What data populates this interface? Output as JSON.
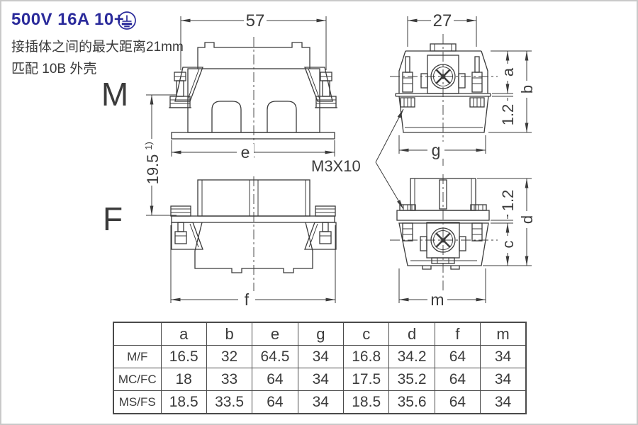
{
  "header": {
    "rating": "500V 16A 10+",
    "earth_icon": "protective-earth-symbol",
    "note_line1": "接插体之间的最大距离21mm",
    "note_line2": "匹配 10B 外壳"
  },
  "views": {
    "male_label": "M",
    "female_label": "F",
    "screw_callout": "M3X10"
  },
  "dimensions": {
    "screw_spacing_side": "57",
    "screw_spacing_end": "27",
    "mating_distance": "19.5",
    "mating_distance_footnote": "1)",
    "gasket_top": "1.2",
    "gasket_bottom": "1.2",
    "a": "a",
    "b": "b",
    "c": "c",
    "d": "d",
    "e": "e",
    "g": "g",
    "f": "f",
    "m": "m"
  },
  "table": {
    "col_headers": [
      "a",
      "b",
      "e",
      "g",
      "c",
      "d",
      "f",
      "m"
    ],
    "rows": [
      {
        "label": "M/F",
        "values": [
          "16.5",
          "32",
          "64.5",
          "34",
          "16.8",
          "34.2",
          "64",
          "34"
        ]
      },
      {
        "label": "MC/FC",
        "values": [
          "18",
          "33",
          "64",
          "34",
          "17.5",
          "35.2",
          "64",
          "34"
        ]
      },
      {
        "label": "MS/FS",
        "values": [
          "18.5",
          "33.5",
          "64",
          "34",
          "18.5",
          "35.6",
          "64",
          "34"
        ]
      }
    ]
  },
  "colors": {
    "accent_blue": "#2b2b9b",
    "line_gray": "#3b3b3b",
    "frame_border": "#c9c9c9",
    "table_border": "#4a4a4a"
  }
}
